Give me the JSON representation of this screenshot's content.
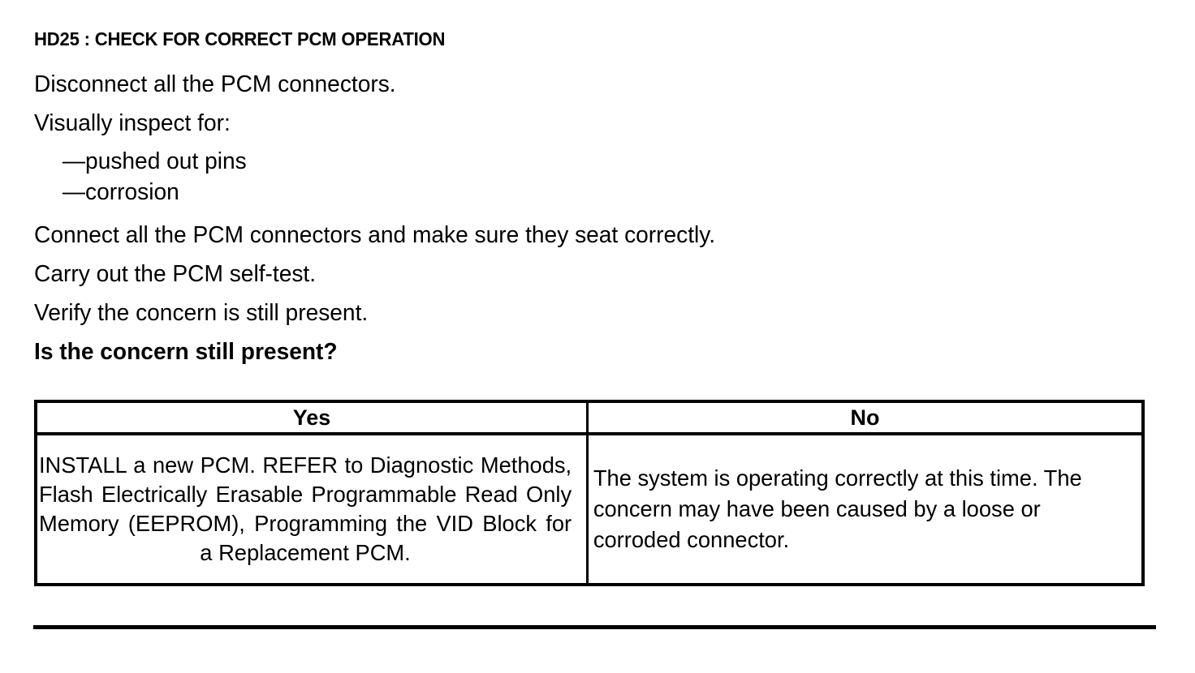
{
  "document": {
    "title": "HD25 : CHECK FOR CORRECT PCM OPERATION",
    "body_lines": [
      {
        "text": "Disconnect all the PCM connectors.",
        "style": "normal"
      },
      {
        "text": "Visually inspect for:",
        "style": "normal"
      },
      {
        "text": "—pushed out pins",
        "style": "dash"
      },
      {
        "text": "—corrosion",
        "style": "dash"
      },
      {
        "text": "Connect all the PCM connectors and make sure they seat correctly.",
        "style": "normal"
      },
      {
        "text": "Carry out the PCM self-test.",
        "style": "normal"
      },
      {
        "text": "Verify the concern is still present.",
        "style": "normal"
      },
      {
        "text": "Is the concern still present?",
        "style": "bold"
      }
    ]
  },
  "decision_table": {
    "headers": {
      "yes": "Yes",
      "no": "No"
    },
    "cells": {
      "yes": "INSTALL a new PCM. REFER to Diagnostic Methods, Flash Electrically Erasable Programmable Read Only Memory (EEPROM), Programming the VID Block for a Replacement PCM.",
      "no": "The system is operating correctly at this time. The concern may have been caused by a loose or corroded connector."
    }
  },
  "colors": {
    "text": "#000000",
    "background": "#ffffff",
    "border": "#000000"
  }
}
